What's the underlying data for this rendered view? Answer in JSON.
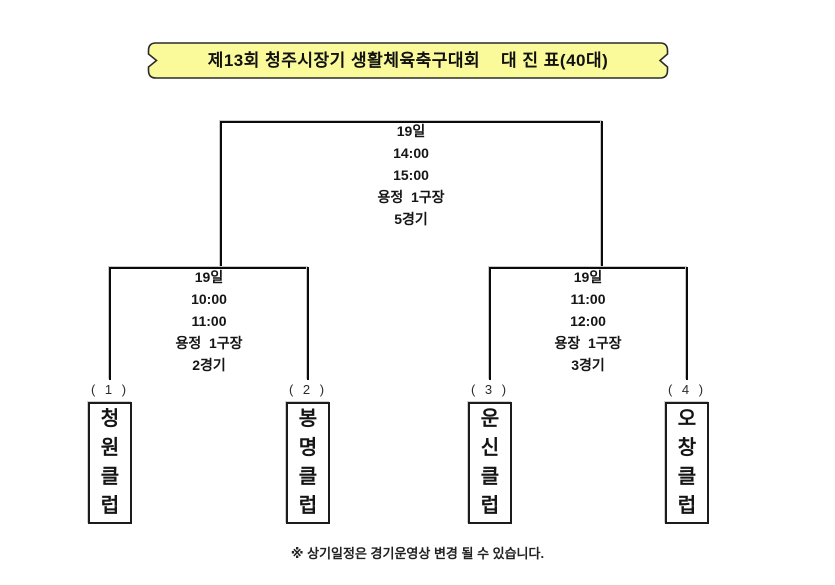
{
  "banner": {
    "title": "제13회 청주시장기 생활체육축구대회    대 진 표(40대)",
    "fill_color": "#fafa9b",
    "border_color": "#2b2b2b"
  },
  "matches": {
    "final": {
      "date": "19일",
      "time1": "14:00",
      "time2": "15:00",
      "venue": "용정  1구장",
      "game_label": "5경기"
    },
    "semifinal_left": {
      "date": "19일",
      "time1": "10:00",
      "time2": "11:00",
      "venue": "용정  1구장",
      "game_label": "2경기"
    },
    "semifinal_right": {
      "date": "19일",
      "time1": "11:00",
      "time2": "12:00",
      "venue": "용장  1구장",
      "game_label": "3경기"
    }
  },
  "teams": [
    {
      "seed_label": "( 1 )",
      "name": "청원클럽",
      "chars": [
        "청",
        "원",
        "클",
        "럽"
      ]
    },
    {
      "seed_label": "( 2 )",
      "name": "봉명클럽",
      "chars": [
        "봉",
        "명",
        "클",
        "럽"
      ]
    },
    {
      "seed_label": "( 3 )",
      "name": "운신클럽",
      "chars": [
        "운",
        "신",
        "클",
        "럽"
      ]
    },
    {
      "seed_label": "( 4 )",
      "name": "오창클럽",
      "chars": [
        "오",
        "창",
        "클",
        "럽"
      ]
    }
  ],
  "footnote": "※ 상기일정은 경기운영상 변경 될 수 있습니다."
}
